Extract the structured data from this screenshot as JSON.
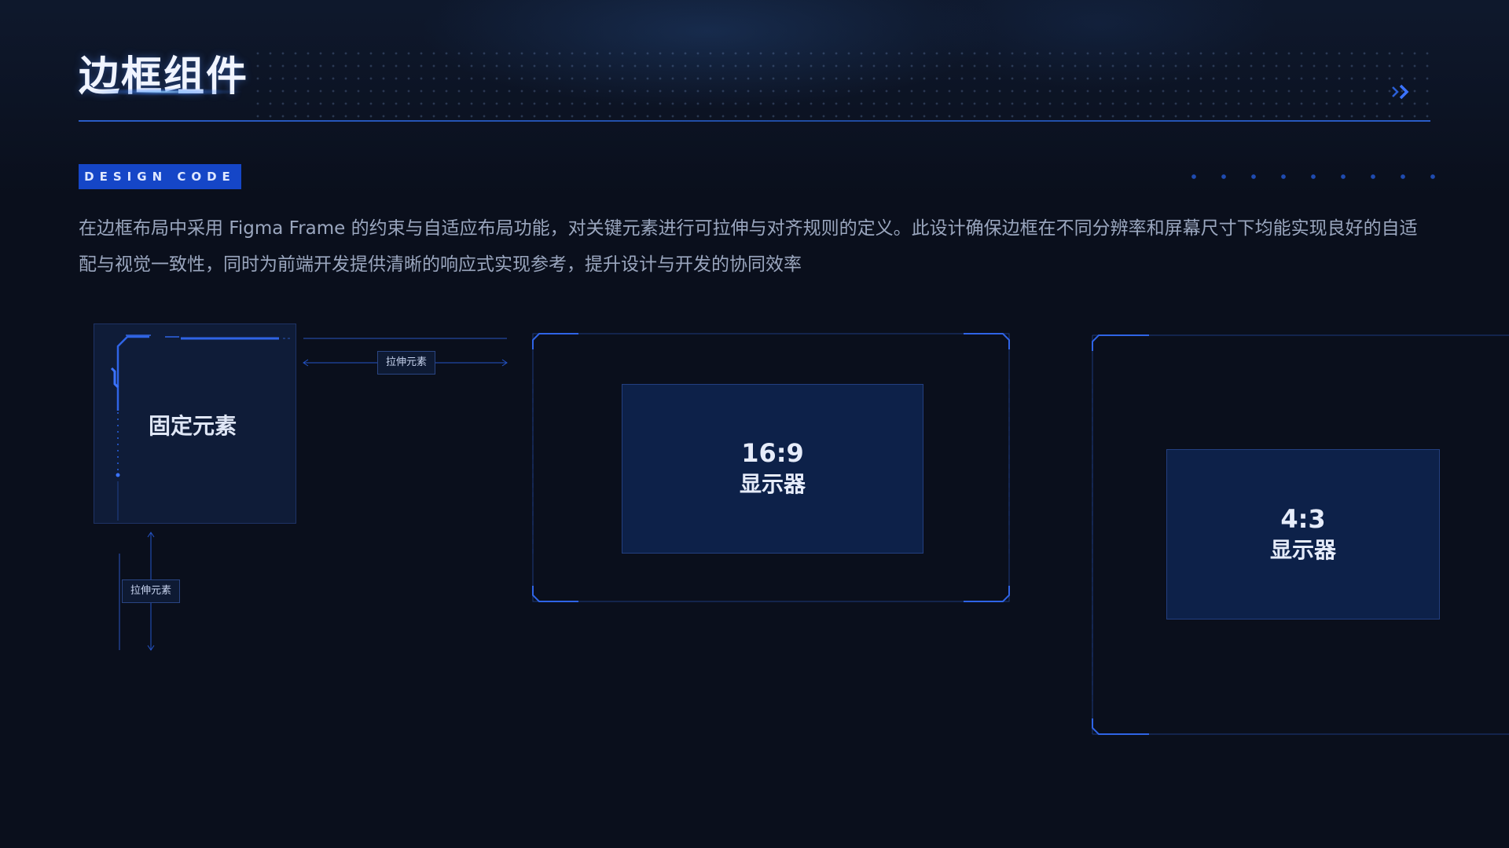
{
  "header": {
    "title": "边框组件"
  },
  "badge": {
    "label": "DESIGN CODE"
  },
  "description": "在边框布局中采用 Figma Frame 的约束与自适应布局功能，对关键元素进行可拉伸与对齐规则的定义。此设计确保边框在不同分辨率和屏幕尺寸下均能实现良好的自适配与视觉一致性，同时为前端开发提供清晰的响应式实现参考，提升设计与开发的协同效率",
  "diagram": {
    "fixed_element_label": "固定元素",
    "stretch_tag_horizontal": "拉伸元素",
    "stretch_tag_vertical": "拉伸元素"
  },
  "monitors": [
    {
      "ratio": "16:9",
      "label": "显示器"
    },
    {
      "ratio": "4:3",
      "label": "显示器"
    }
  ],
  "colors": {
    "background": "#0a0f1c",
    "accent": "#1546c7",
    "frame_line": "#2454c8",
    "panel": "#0f1c38",
    "screen": "#0d2149"
  }
}
